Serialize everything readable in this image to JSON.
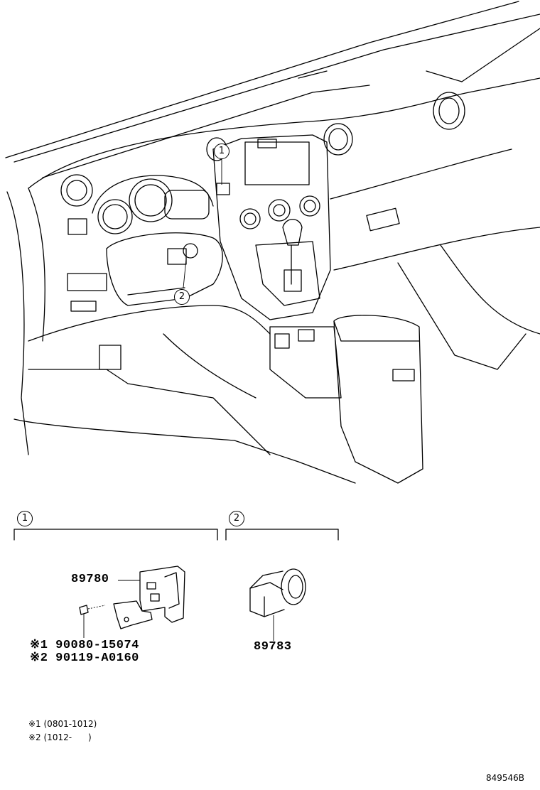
{
  "callouts": {
    "c1": "1",
    "c2": "2"
  },
  "groups": {
    "g1": "1",
    "g2": "2"
  },
  "parts": {
    "bracket_sensor": "89780",
    "switch": "89783",
    "bolt_1": "※1 90080-15074",
    "bolt_2": "※2 90119-A0160"
  },
  "notes": {
    "n1": "※1 (0801-1012)",
    "n2": "※2 (1012-      )"
  },
  "diagram_code": "849546B"
}
